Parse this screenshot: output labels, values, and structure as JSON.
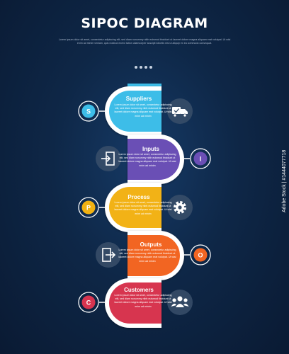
{
  "title": "SIPOC DIAGRAM",
  "subtitle": "Lorem ipsum dolor sit amet, consectetur adipiscing elit, sed diam nonummy nibh euismod tincidunt ut laoreet dolore magna aliquam erat volutpat. Ut wisi enim ad minim veniam, quis nostrud exerci tation ullamcorper suscipit lobortis nisl ut aliquip ex ea commodo consequat.",
  "body_text": "Lorem ipsum dolor sit amet, consectetur adipiscing elit, sed diam nonummy nibh euismod tincidunt ut laoreet dolore magna aliquam erat volutpat. Ut wisi enim ad minim",
  "steps": [
    {
      "letter": "S",
      "heading": "Suppliers",
      "color": "#3dbde8",
      "icon": "delivery-truck-icon"
    },
    {
      "letter": "I",
      "heading": "Inputs",
      "color": "#6b4fb5",
      "icon": "enter-door-icon"
    },
    {
      "letter": "P",
      "heading": "Process",
      "color": "#f2b212",
      "icon": "gear-icon"
    },
    {
      "letter": "O",
      "heading": "Outputs",
      "color": "#f26522",
      "icon": "exit-door-icon"
    },
    {
      "letter": "C",
      "heading": "Customers",
      "color": "#d7344f",
      "icon": "users-group-icon"
    }
  ],
  "watermark": "Adobe Stock | #1444077718"
}
